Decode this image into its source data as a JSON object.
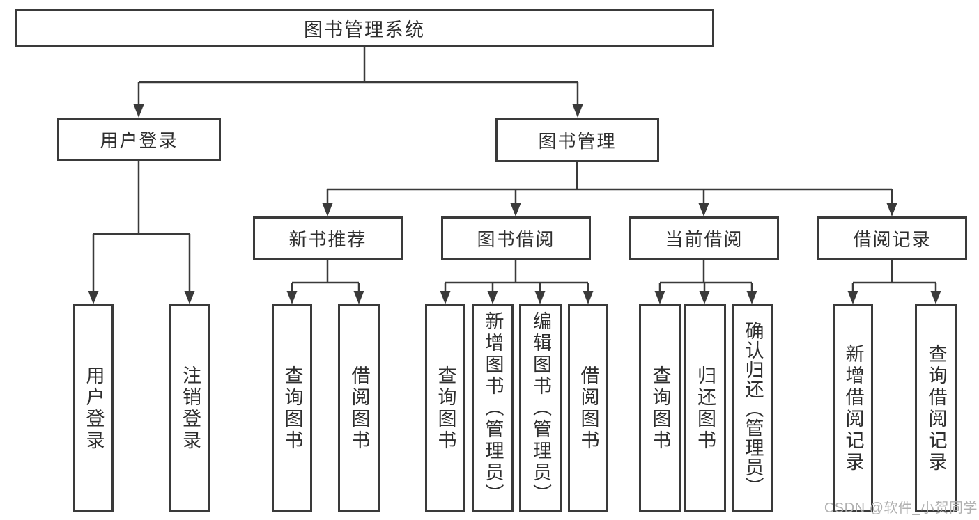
{
  "colors": {
    "line": "#3a3a3a",
    "border": "#3a3a3a",
    "fill": "#ffffff",
    "text": "#2e2e2e",
    "watermark": "#b0b0b0",
    "bg": "#ffffff"
  },
  "tree": {
    "root": {
      "label": "图书管理系统"
    },
    "branches": [
      {
        "label": "用户登录",
        "children": [
          {
            "label": "用户登录"
          },
          {
            "label": "注销登录"
          }
        ]
      },
      {
        "label": "图书管理",
        "children": [
          {
            "label": "新书推荐",
            "children": [
              {
                "label": "查询图书"
              },
              {
                "label": "借阅图书"
              }
            ]
          },
          {
            "label": "图书借阅",
            "children": [
              {
                "label": "查询图书"
              },
              {
                "label": "新增图书（管理员）"
              },
              {
                "label": "编辑图书（管理员）"
              },
              {
                "label": "借阅图书"
              }
            ]
          },
          {
            "label": "当前借阅",
            "children": [
              {
                "label": "查询图书"
              },
              {
                "label": "归还图书"
              },
              {
                "label": "确认归还（管理员）"
              }
            ]
          },
          {
            "label": "借阅记录",
            "children": [
              {
                "label": "新增借阅记录"
              },
              {
                "label": "查询借阅记录"
              }
            ]
          }
        ]
      }
    ]
  },
  "watermark": {
    "text": "CSDN @软件_小贺同学"
  }
}
